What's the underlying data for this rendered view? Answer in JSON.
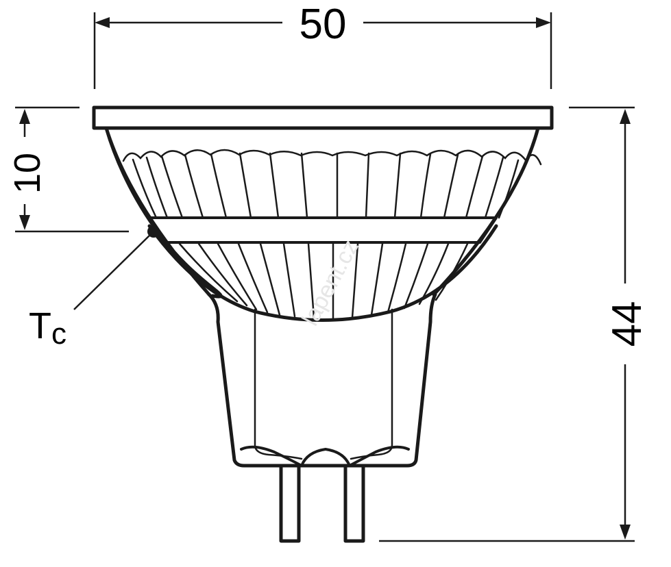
{
  "dimensions": {
    "width_label": "50",
    "height_label": "44",
    "reflector_band_label": "10",
    "tc_label_main": "T",
    "tc_label_sub": "c"
  },
  "watermark": "lapent.cz",
  "colors": {
    "line": "#1a1a1a",
    "background": "#ffffff"
  }
}
